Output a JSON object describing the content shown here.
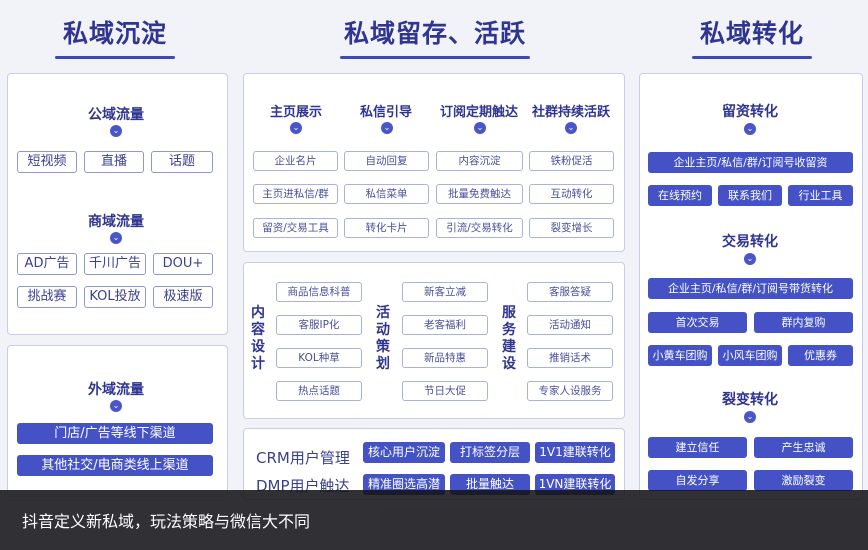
{
  "columns": {
    "left_title": "私域沉淀",
    "mid_title": "私域留存、活跃",
    "right_title": "私域转化"
  },
  "left": {
    "public_flow": {
      "title": "公域流量",
      "tags": [
        "短视频",
        "直播",
        "话题"
      ]
    },
    "mall_flow": {
      "title": "商域流量",
      "tags": [
        "AD广告",
        "千川广告",
        "DOU+",
        "挑战赛",
        "KOL投放",
        "极速版"
      ]
    },
    "external_flow": {
      "title": "外域流量",
      "buttons": [
        "门店/广告等线下渠道",
        "其他社交/电商类线上渠道"
      ]
    }
  },
  "mid": {
    "top": {
      "columns": [
        {
          "title": "主页展示",
          "tags": [
            "企业名片",
            "主页进私信/群",
            "留资/交易工具"
          ]
        },
        {
          "title": "私信引导",
          "tags": [
            "自动回复",
            "私信菜单",
            "转化卡片"
          ]
        },
        {
          "title": "订阅定期触达",
          "tags": [
            "内容沉淀",
            "批量免费触达",
            "引流/交易转化"
          ]
        },
        {
          "title": "社群持续活跃",
          "tags": [
            "铁粉促活",
            "互动转化",
            "裂变增长"
          ]
        }
      ]
    },
    "middle": {
      "content_label": "内容设计",
      "content_tags": [
        "商品信息科普",
        "客服IP化",
        "KOL种草",
        "热点话题"
      ],
      "activity_label": "活动策划",
      "activity_tags": [
        "新客立减",
        "老客福利",
        "新品特惠",
        "节日大促"
      ],
      "service_label": "服务建设",
      "service_tags": [
        "客服答疑",
        "活动通知",
        "推销话术",
        "专家人设服务"
      ]
    },
    "crm": {
      "rows": [
        {
          "label": "CRM用户管理",
          "buttons": [
            "核心用户沉淀",
            "打标签分层",
            "1V1建联转化"
          ]
        },
        {
          "label": "DMP用户触达",
          "buttons": [
            "精准圈选高潜",
            "批量触达",
            "1VN建联转化"
          ]
        }
      ]
    }
  },
  "right": {
    "retention": {
      "title": "留资转化",
      "wide": "企业主页/私信/群/订阅号收留资",
      "buttons": [
        "在线预约",
        "联系我们",
        "行业工具"
      ]
    },
    "transaction": {
      "title": "交易转化",
      "wide": "企业主页/私信/群/订阅号带货转化",
      "buttons": [
        "首次交易",
        "群内复购",
        "小黄车团购",
        "小风车团购",
        "优惠券"
      ]
    },
    "fission": {
      "title": "裂变转化",
      "buttons": [
        "建立信任",
        "产生忠诚",
        "自发分享",
        "激励裂变"
      ]
    }
  },
  "caption": {
    "text": "抖音定义新私域，玩法策略与微信大不同"
  },
  "colors": {
    "accent": "#4452c6",
    "title": "#2f3590",
    "panel_border": "#c9cde8",
    "caption_bg": "#141419"
  }
}
